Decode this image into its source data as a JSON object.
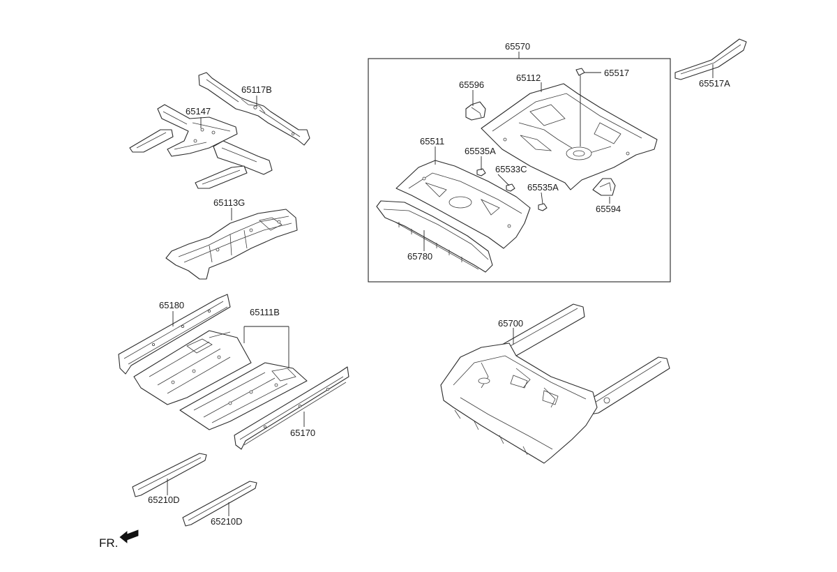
{
  "labels": {
    "p65117B": "65117B",
    "p65147": "65147",
    "p65113G": "65113G",
    "p65180": "65180",
    "p65111B": "65111B",
    "p65170": "65170",
    "p65210D_a": "65210D",
    "p65210D_b": "65210D",
    "p65570": "65570",
    "p65596": "65596",
    "p65112": "65112",
    "p65517": "65517",
    "p65517A": "65517A",
    "p65511": "65511",
    "p65535A_a": "65535A",
    "p65533C": "65533C",
    "p65535A_b": "65535A",
    "p65594": "65594",
    "p65780": "65780",
    "p65700": "65700"
  },
  "direction_label": "FR."
}
